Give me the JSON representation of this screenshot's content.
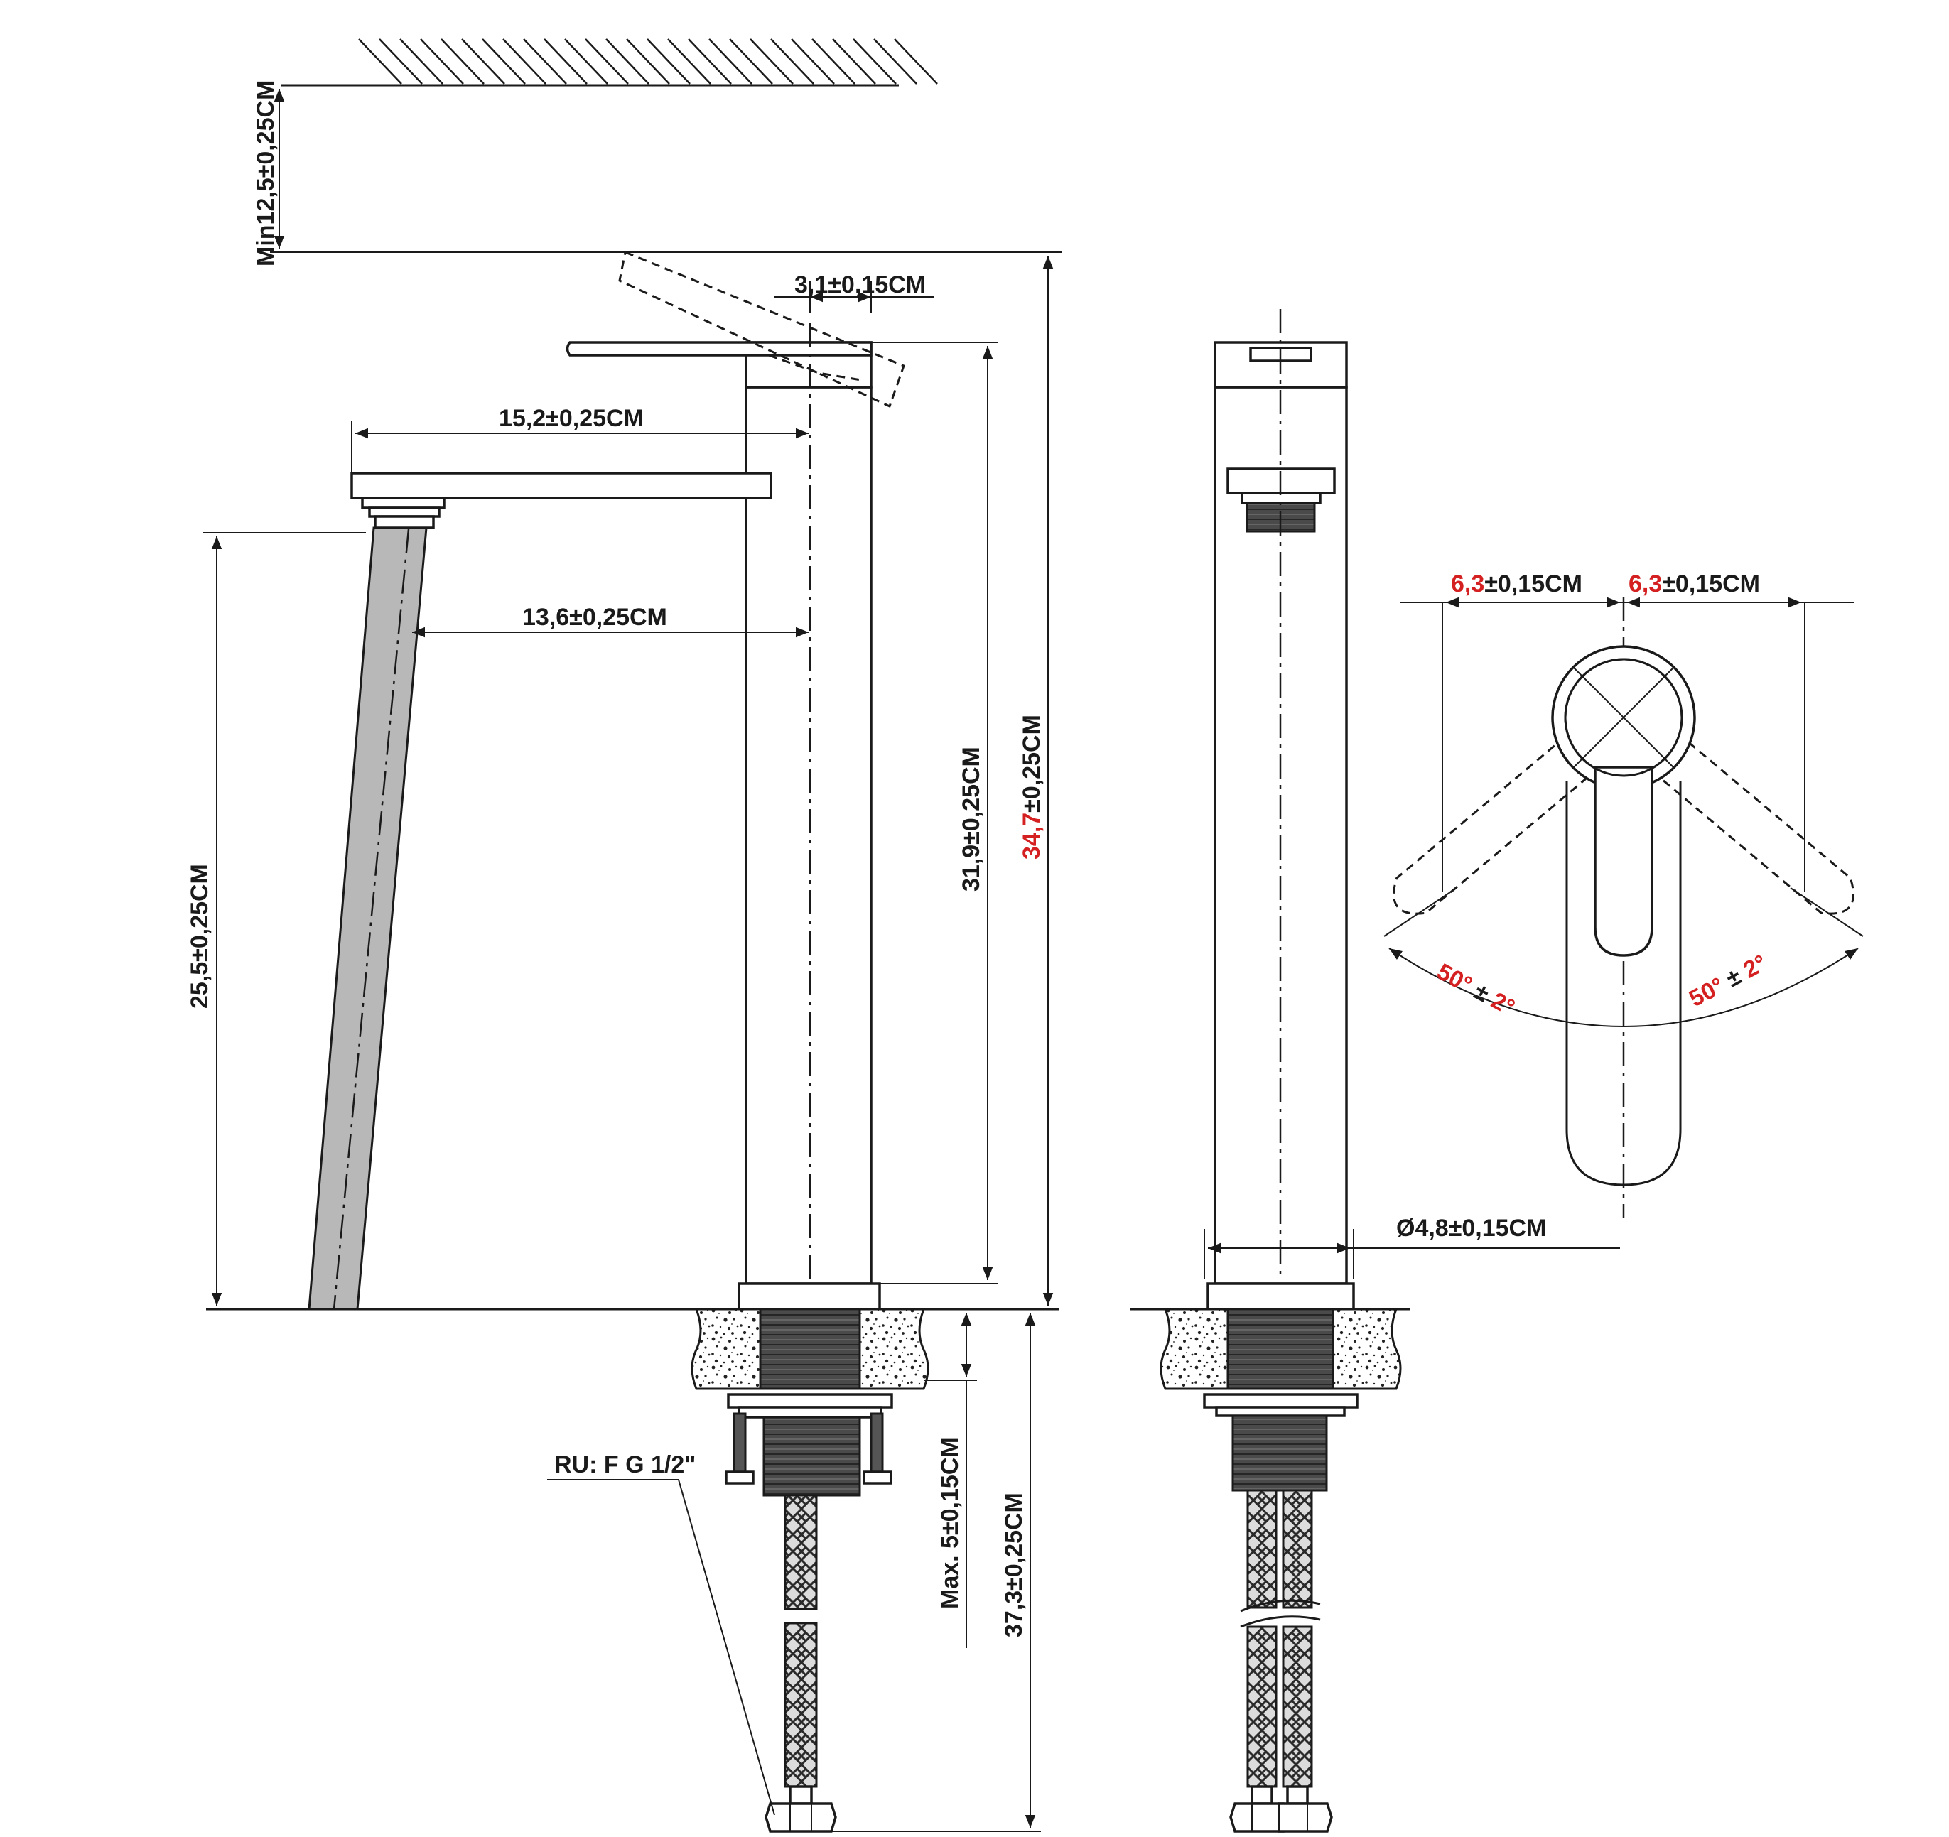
{
  "dimensions": {
    "min_clearance": "Min12,5±0,25CM",
    "handle_offset": "3,1±0,15CM",
    "spout_reach": "15,2±0,25CM",
    "spout_reach_inner": "13,6±0,25CM",
    "spout_height": "25,5±0,25CM",
    "body_height": "31,9±0,25CM",
    "total_height_red": "34,7",
    "total_height_rest": "±0,25CM",
    "max_deck": "Max. 5±0,15CM",
    "hose_length": "37,3±0,25CM",
    "connection": "RU: F G 1/2\"",
    "diameter": "Ø4,8±0,15CM",
    "handle_left_red": "6,3",
    "handle_left_rest": "±0,15CM",
    "handle_right_red": "6,3",
    "handle_right_rest": "±0,15CM",
    "angle_left_deg": "50°",
    "angle_left_pm": " ± ",
    "angle_left_tol": "2°",
    "angle_right_deg": "50°",
    "angle_right_pm": " ± ",
    "angle_right_tol": "2°"
  },
  "colors": {
    "line": "#1a1a1a",
    "accent": "#d42020",
    "hose_fill": "#b8b8b8"
  }
}
